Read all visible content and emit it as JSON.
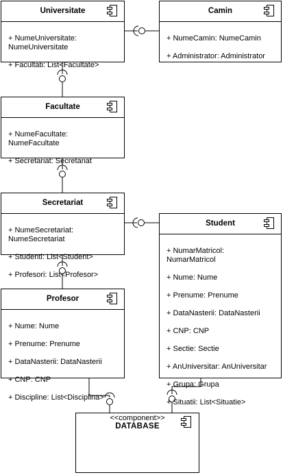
{
  "components": {
    "universitate": {
      "name": "Universitate",
      "attributes": [
        "+ NumeUniversitate:\nNumeUniversitate",
        "+ Facultati: List<Facultate>"
      ]
    },
    "camin": {
      "name": "Camin",
      "attributes": [
        "+ NumeCamin: NumeCamin",
        "+ Administrator: Administrator"
      ]
    },
    "facultate": {
      "name": "Facultate",
      "attributes": [
        "+ NumeFacultate:\nNumeFacultate",
        "+ Secretariat: Secretariat"
      ]
    },
    "secretariat": {
      "name": "Secretariat",
      "attributes": [
        "+ NumeSecretariat:\nNumeSecretariat",
        "+ Studenti: List<Student>",
        "+ Profesori: List<Profesor>"
      ]
    },
    "student": {
      "name": "Student",
      "attributes": [
        "+ NumarMatricol:\nNumarMatricol",
        "+ Nume: Nume",
        "+ Prenume: Prenume",
        "+ DataNasterii: DataNasterii",
        "+ CNP: CNP",
        "+ Sectie: Sectie",
        "+ AnUniversitar: AnUniversitar",
        "+ Grupa: Grupa",
        "+ Situatii: List<Situatie>"
      ]
    },
    "profesor": {
      "name": "Profesor",
      "attributes": [
        "+ Nume: Nume",
        "+ Prenume: Prenume",
        "+ DataNasterii: DataNasterii",
        "+ CNP: CNP",
        "+ Discipline: List<Disciplina>"
      ]
    },
    "database": {
      "stereotype": "<<component>>",
      "name": "DATABASE"
    }
  }
}
